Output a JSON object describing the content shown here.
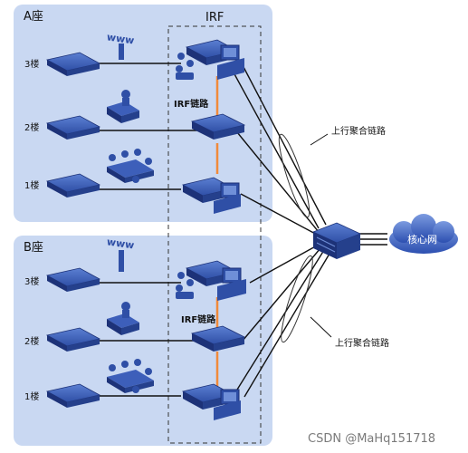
{
  "colors": {
    "zone_bg": "#c9d8f2",
    "device": "#2f4fa6",
    "device_dark": "#1d3278",
    "irf_link": "#f08a3a",
    "cable": "#111111",
    "cloud": "#3e66c4"
  },
  "zones": [
    {
      "title": "A座",
      "floors": [
        "3楼",
        "2楼",
        "1楼"
      ]
    },
    {
      "title": "B座",
      "floors": [
        "3楼",
        "2楼",
        "1楼"
      ]
    }
  ],
  "irf": {
    "title": "IRF",
    "link_label_a": "IRF链路",
    "link_label_b": "IRF链路"
  },
  "uplink": {
    "label_top": "上行聚合链路",
    "label_bottom": "上行聚合链路"
  },
  "core": {
    "label": "核心网"
  },
  "watermark": "CSDN @MaHq151718",
  "icons": {
    "access_switch": "access-switch-icon",
    "aggregation_switch": "aggregation-switch-icon",
    "core_switch": "core-switch-icon",
    "wlan_ap": "wireless-ap-icon",
    "user_group": "user-group-icon",
    "single_user": "single-user-icon",
    "meeting_room": "meeting-room-icon",
    "cloud": "cloud-icon"
  }
}
